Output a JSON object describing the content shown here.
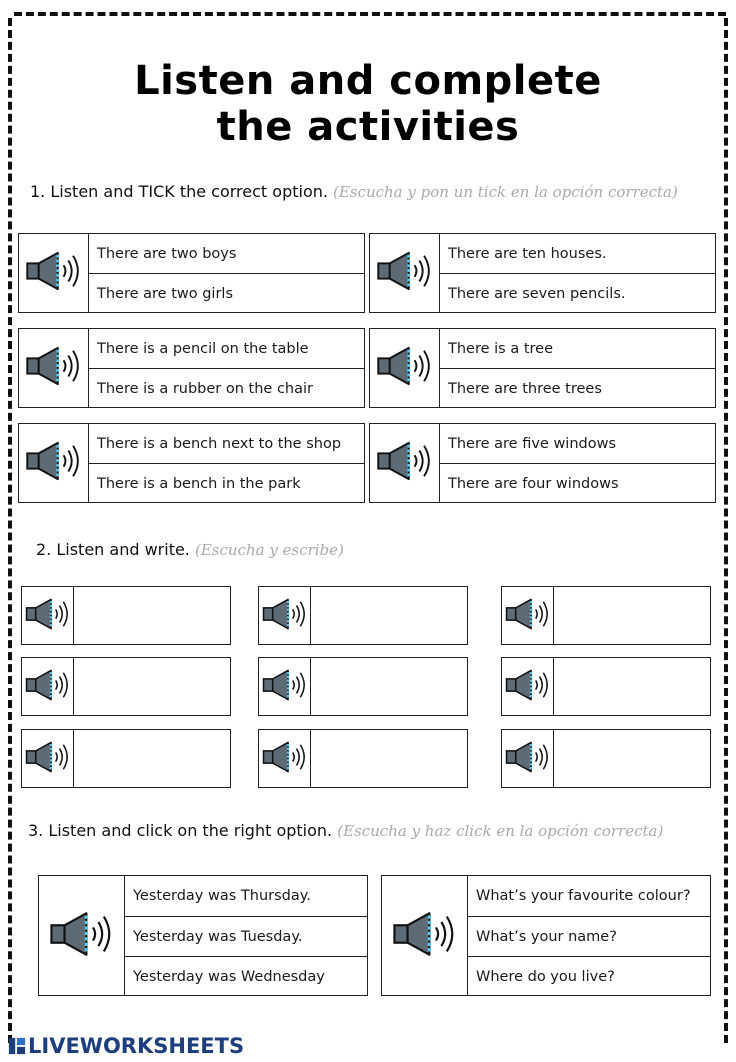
{
  "title": {
    "line1": "Listen and complete",
    "line2": "the activities"
  },
  "section1": {
    "instruction": "1. Listen and TICK the correct option.",
    "instruction_es": "(Escucha y pon un tick en la opción correcta)",
    "groups": [
      {
        "options": [
          "There are two boys",
          "There are two girls"
        ]
      },
      {
        "options": [
          "There are ten houses.",
          "There are seven pencils."
        ]
      },
      {
        "options": [
          "There is a pencil on the table",
          "There is a rubber on the chair"
        ]
      },
      {
        "options": [
          "There is a tree",
          "There are three trees"
        ]
      },
      {
        "options": [
          "There is a bench next to the shop",
          "There is a bench in the park"
        ]
      },
      {
        "options": [
          "There are five windows",
          "There are four windows"
        ]
      }
    ]
  },
  "section2": {
    "instruction": "2. Listen and write.",
    "instruction_es": "(Escucha y escribe)",
    "answers": [
      "",
      "",
      "",
      "",
      "",
      "",
      "",
      "",
      ""
    ]
  },
  "section3": {
    "instruction": "3. Listen and click on the right option.",
    "instruction_es": "(Escucha y haz click en la opción correcta)",
    "groups": [
      {
        "options": [
          "Yesterday was Thursday.",
          "Yesterday was Tuesday.",
          "Yesterday was Wednesday"
        ]
      },
      {
        "options": [
          "What’s your favourite colour?",
          "What’s your name?",
          "Where do you live?"
        ]
      }
    ]
  },
  "footer": {
    "brand": "LIVEWORKSHEETS"
  },
  "colors": {
    "brand": "#1d3e7c",
    "speaker_body": "#5f6b74",
    "speaker_accent": "#5bc8f0",
    "hint": "#a9a9a9"
  },
  "icons": {
    "speaker": "speaker-icon"
  }
}
